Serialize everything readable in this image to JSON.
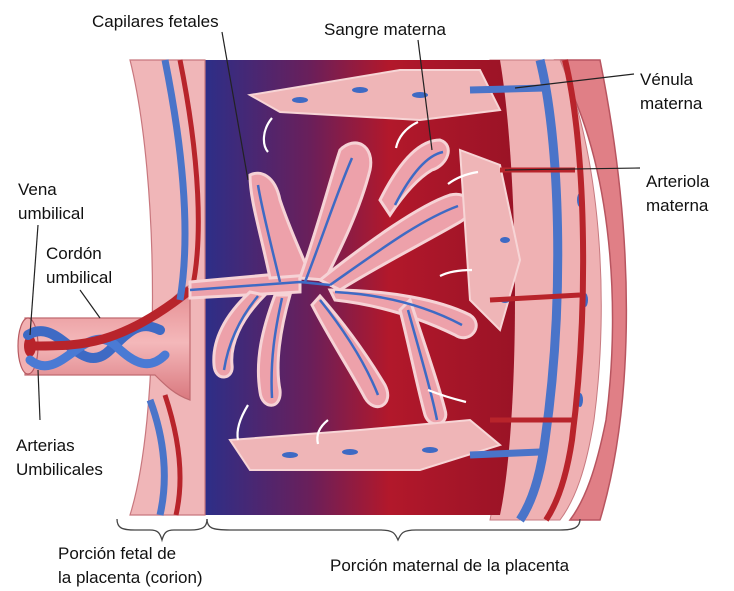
{
  "labels": {
    "capilares_fetales": "Capilares fetales",
    "sangre_materna": "Sangre materna",
    "venula_materna_1": "Vénula",
    "venula_materna_2": "materna",
    "arteriola_materna_1": "Arteriola",
    "arteriola_materna_2": "materna",
    "vena_umbilical_1": "Vena",
    "vena_umbilical_2": "umbilical",
    "cordon_umbilical_1": "Cordón",
    "cordon_umbilical_2": "umbilical",
    "arterias_umbilicales_1": "Arterias",
    "arterias_umbilicales_2": "Umbilicales",
    "porcion_fetal_1": "Porción fetal de",
    "porcion_fetal_2": "la placenta (corion)",
    "porcion_maternal": "Porción maternal de la placenta"
  },
  "colors": {
    "tissue_pink": "#e9a4a8",
    "tissue_light": "#f3c3c3",
    "blood_dark_blue": "#2a2f8a",
    "blood_red": "#b2182b",
    "blood_dark_red": "#8c1022",
    "vessel_blue": "#4a74c9",
    "vessel_red": "#b8242b",
    "outer_wall": "#e88c92"
  }
}
